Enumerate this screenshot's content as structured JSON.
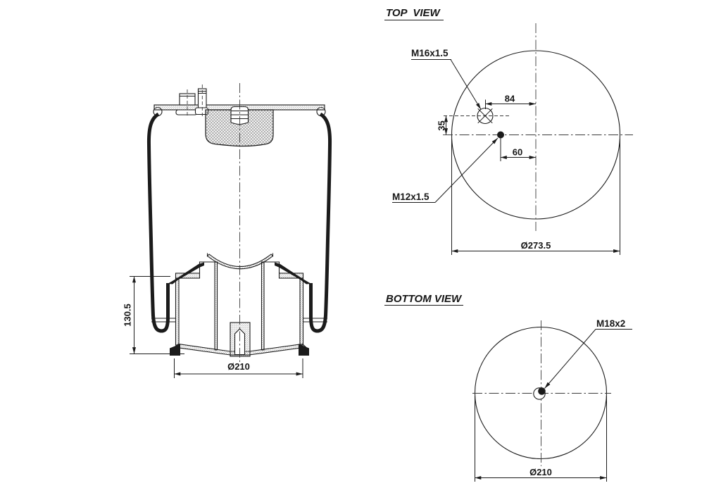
{
  "meta": {
    "background": "#ffffff",
    "ink": "#1b1b1b"
  },
  "side_view": {
    "dim_height": "130.5",
    "dim_bottom_diameter": "Ø210"
  },
  "top_view": {
    "title": "TOP  VIEW",
    "label_air_fitting": "M16x1.5",
    "label_combi_stud": "M12x1.5",
    "dim_fitting_x": "84",
    "dim_fitting_y": "35",
    "dim_stud_x": "60",
    "dim_plate_diameter": "Ø273.5"
  },
  "bottom_view": {
    "title": "BOTTOM VIEW",
    "label_piston_stud": "M18x2",
    "dim_piston_diameter": "Ø210"
  }
}
